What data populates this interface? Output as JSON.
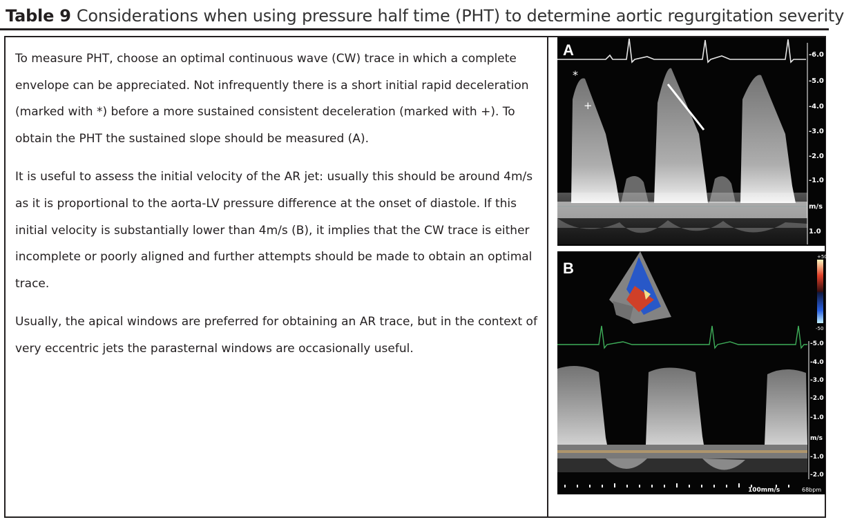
{
  "title": {
    "number": "Table 9",
    "text": "Considerations when using pressure half time (PHT) to determine aortic regurgitation severity"
  },
  "paragraphs": [
    "To measure PHT, choose an optimal continuous wave (CW) trace in which a complete envelope can be appreciated.  Not infrequently there is a short initial rapid deceleration (marked with *) before a more sustained consistent deceleration (marked with +). To obtain the PHT the sustained slope should be measured (A).",
    "It is useful to assess the initial velocity of the AR jet: usually this should be around 4m/s as it is proportional to the aorta-LV pressure difference at the onset of diastole. If this initial velocity is substantially lower than 4m/s (B), it implies that the CW trace is either incomplete or poorly aligned and further attempts should be made to obtain an optimal trace.",
    "Usually, the apical windows are preferred for obtaining an AR trace, but in the context of very eccentric jets the parasternal windows are occasionally useful."
  ],
  "panel_a": {
    "label": "A",
    "star_marker": "*",
    "plus_marker": "+",
    "scale": [
      "-6.0",
      "-5.0",
      "-4.0",
      "-3.0",
      "-2.0",
      "-1.0",
      "m/s",
      "1.0"
    ]
  },
  "panel_b": {
    "label": "B",
    "color_top": "+50",
    "color_bottom": "-50",
    "scale": [
      "-5.0",
      "-4.0",
      "-3.0",
      "-2.0",
      "-1.0",
      "m/s",
      "-1.0",
      "-2.0"
    ],
    "sweep": "100mm/s",
    "heart_rate": "68bpm"
  },
  "colors": {
    "ecg": "#3fae5a",
    "baseline": "#b89a6a"
  }
}
